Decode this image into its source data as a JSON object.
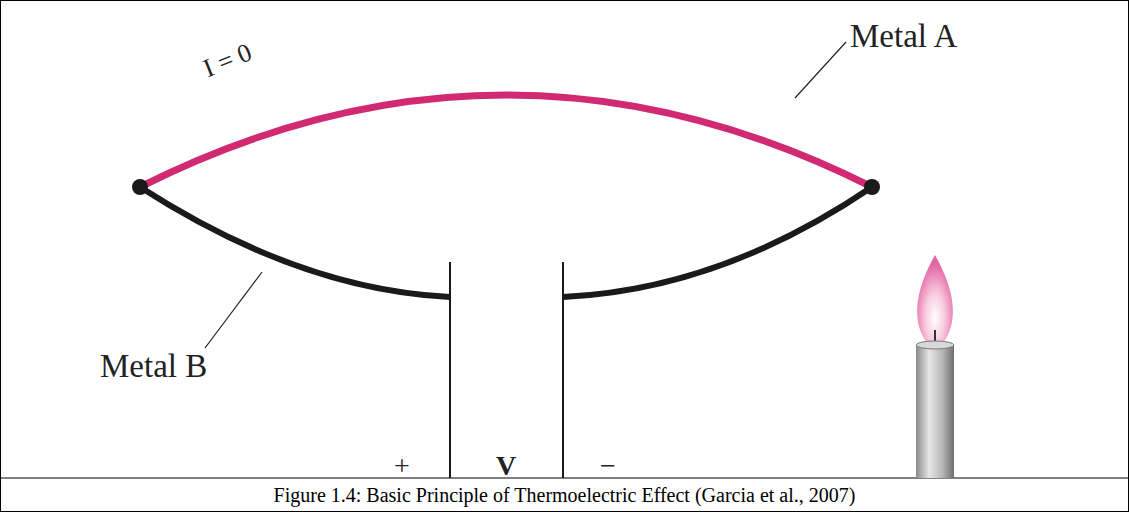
{
  "diagram": {
    "caption": "Figure 1.4: Basic Principle of Thermoelectric Effect (Garcia et al., 2007)",
    "labels": [
      "Metal A",
      "I = 0",
      "Metal B",
      "+",
      "V",
      "−"
    ]
  }
}
